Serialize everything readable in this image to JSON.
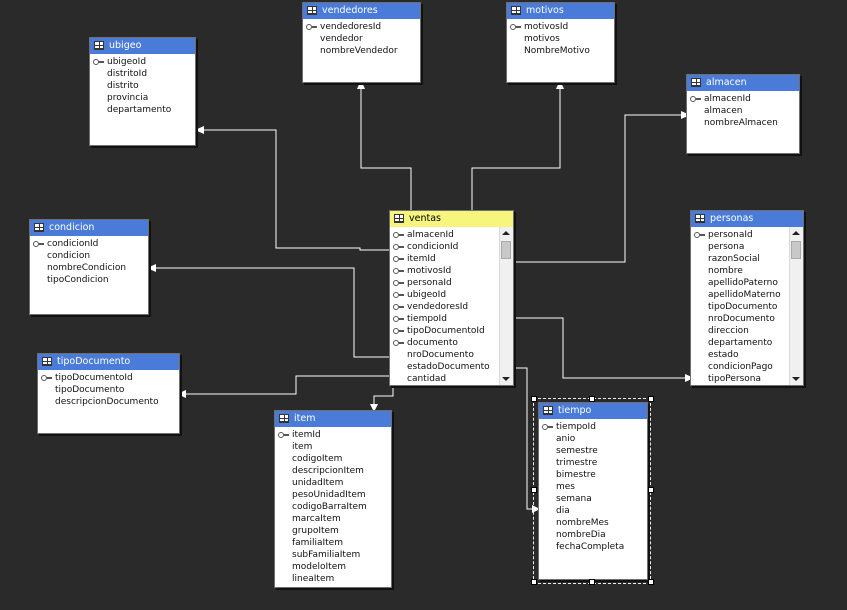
{
  "tables": {
    "vendedores": {
      "title": "vendedores",
      "fields": [
        "vendedoresId",
        "vendedor",
        "nombreVendedor"
      ]
    },
    "motivos": {
      "title": "motivos",
      "fields": [
        "motivosId",
        "motivos",
        "NombreMotivo"
      ]
    },
    "ubigeo": {
      "title": "ubigeo",
      "fields": [
        "ubigeoId",
        "distritoId",
        "distrito",
        "provincia",
        "departamento"
      ]
    },
    "almacen": {
      "title": "almacen",
      "fields": [
        "almacenId",
        "almacen",
        "nombreAlmacen"
      ]
    },
    "condicion": {
      "title": "condicion",
      "fields": [
        "condicionId",
        "condicion",
        "nombreCondicion",
        "tipoCondicion"
      ]
    },
    "ventas": {
      "title": "ventas",
      "fields": [
        "almacenId",
        "condicionId",
        "itemId",
        "motivosId",
        "personaId",
        "ubigeoId",
        "vendedoresId",
        "tiempoId",
        "tipoDocumentoId",
        "documento",
        "nroDocumento",
        "estadoDocumento",
        "cantidad"
      ]
    },
    "personas": {
      "title": "personas",
      "fields": [
        "personaId",
        "persona",
        "razonSocial",
        "nombre",
        "apellidoPaterno",
        "apellidoMaterno",
        "tipoDocumento",
        "nroDocumento",
        "direccion",
        "departamento",
        "estado",
        "condicionPago",
        "tipoPersona"
      ]
    },
    "tipoDocumento": {
      "title": "tipoDocumento",
      "fields": [
        "tipoDocumentoId",
        "tipoDocumento",
        "descripcionDocumento"
      ]
    },
    "item": {
      "title": "item",
      "fields": [
        "itemId",
        "item",
        "codigoItem",
        "descripcionItem",
        "unidadItem",
        "pesoUnidadItem",
        "codigoBarraItem",
        "marcaItem",
        "grupoItem",
        "familiaItem",
        "subFamiliaItem",
        "modeloItem",
        "lineaItem"
      ]
    },
    "tiempo": {
      "title": "tiempo",
      "fields": [
        "tiempoId",
        "anio",
        "semestre",
        "trimestre",
        "bimestre",
        "mes",
        "semana",
        "dia",
        "nombreMes",
        "nombreDia",
        "fechaCompleta"
      ]
    }
  },
  "icons": {
    "table": "table-icon",
    "key": "key-icon"
  },
  "colors": {
    "dimension_header": "#4a7bd8",
    "fact_header": "#f6f57e",
    "connector": "#ffffff",
    "canvas": "#2b2a2a"
  }
}
